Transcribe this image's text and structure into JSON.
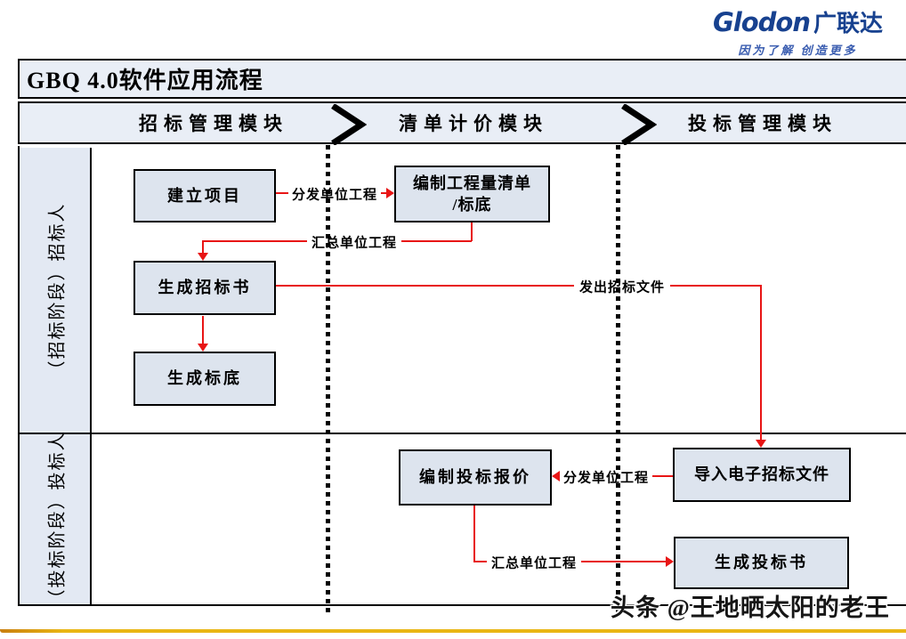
{
  "logo": {
    "brand_en": "Glodon",
    "brand_cn": "广联达",
    "tagline": "因为了解  创造更多"
  },
  "diagram": {
    "title": "GBQ 4.0软件应用流程",
    "column_headers": [
      {
        "label": "招标管理模块"
      },
      {
        "label": "清单计价模块"
      },
      {
        "label": "投标管理模块"
      }
    ],
    "row_labels": [
      {
        "label": "（招标阶段）招标人"
      },
      {
        "label": "（投标阶段）投标人"
      }
    ],
    "boxes": {
      "create_project": "建立项目",
      "compile_boq": "编制工程量清单\n/标底",
      "generate_tender_doc": "生成招标书",
      "generate_base_price": "生成标底",
      "compile_bid_quote": "编制投标报价",
      "import_etender_file": "导入电子招标文件",
      "generate_bid_doc": "生成投标书"
    },
    "connectors": {
      "distribute_unit_project_1": "分发单位工程",
      "summarize_unit_project_1": "汇总单位工程",
      "send_tender_documents": "发出招标文件",
      "distribute_unit_project_2": "分发单位工程",
      "summarize_unit_project_2": "汇总单位工程"
    }
  },
  "watermark": "头条 @王地晒太阳的老王",
  "colors": {
    "brand_blue": "#17418f",
    "band_fill": "#e9eef6",
    "box_fill": "#dde4ee",
    "connector_red": "#e81515",
    "bottom_bar_gold": "#e9b614"
  }
}
